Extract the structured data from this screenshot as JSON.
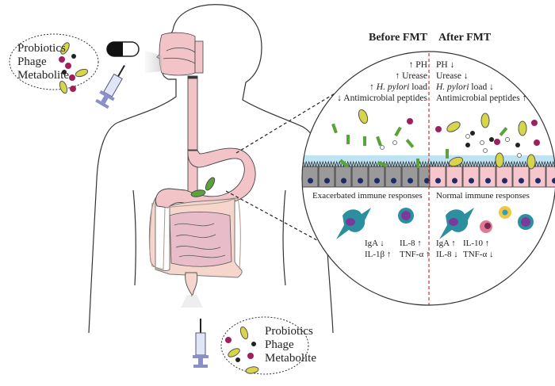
{
  "figure": {
    "top_delivery": {
      "items": [
        "Probiotics",
        "Phage",
        "Metabolite"
      ],
      "icons": [
        "capsule-icon",
        "syringe-icon",
        "bacteria-icon",
        "phage-icon",
        "metabolite-icon"
      ]
    },
    "bottom_delivery": {
      "items": [
        "Probiotics",
        "Phage",
        "Metabolite"
      ],
      "icons": [
        "syringe-icon",
        "bacteria-icon",
        "phage-icon",
        "metabolite-icon"
      ]
    },
    "magnified_view": {
      "before": {
        "title": "Before FMT",
        "changes": [
          "↑ PH",
          "↑ Urease",
          "load",
          "↓ Antimicrobial peptides"
        ],
        "hpylori_prefix": "↑ ",
        "hpylori_name": "H. pylori",
        "hpylori_suffix": " load",
        "immune_label": "Exacerbated immune responses",
        "cytokines": [
          [
            "IgA ↓",
            "IL-8 ↑"
          ],
          [
            "IL-1β ↑",
            "TNF-α ↑"
          ]
        ]
      },
      "after": {
        "title": "After FMT",
        "changes": [
          "PH ↓",
          "Urease ↓",
          "Antimicrobial peptides ↑"
        ],
        "hpylori_name": "H. pylori",
        "hpylori_suffix": " load ↓",
        "immune_label": "Normal immune responses",
        "cytokines": [
          [
            "IgA ↑",
            "IL-10 ↑"
          ],
          [
            "IL-8 ↓",
            "TNF-α ↓"
          ]
        ]
      }
    },
    "colors": {
      "organ_pink": "#f2c4c8",
      "colon": "#f6d6cc",
      "mucus_blue": "#bfe3f2",
      "cell_gray": "#9a9a9a",
      "cell_pink": "#f6c6cc",
      "nucleus": "#1c2c6b",
      "divider_red": "#c0392b",
      "bacteria_yellow": "#d7d64a",
      "hpylori_green": "#5aa33a",
      "metabolite_purple": "#a0205e"
    }
  }
}
